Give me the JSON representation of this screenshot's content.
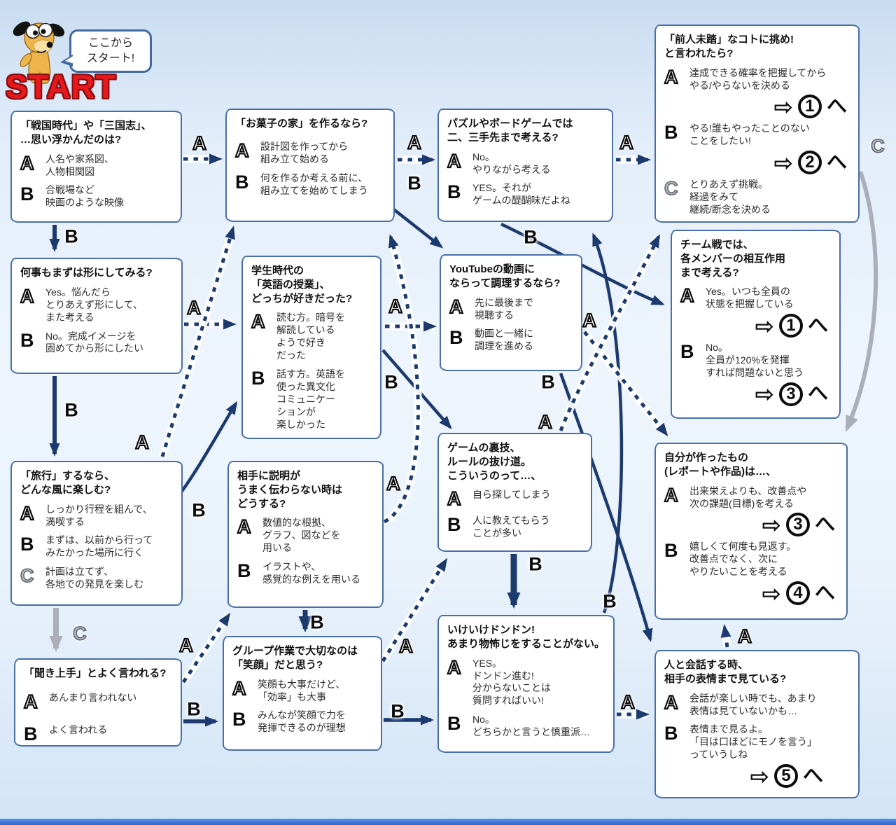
{
  "start": {
    "bubble": "ここから\nスタート!",
    "label": "START"
  },
  "colors": {
    "arrow_navy": "#1d3a6e",
    "arrow_gray": "#a9aeb7",
    "box_border": "#4a6fa8",
    "start_red": "#e8191c",
    "bottom_bar": "#3c79d8",
    "background": "#e3eefa"
  },
  "boxes": {
    "sengoku": {
      "title": "「戦国時代」や「三国志」、\n…思い浮かんだのは?",
      "options": [
        {
          "letter": "A",
          "text": "人名や家系図、\n人物相関図"
        },
        {
          "letter": "B",
          "text": "合戦場など\n映画のような映像"
        }
      ]
    },
    "katachi": {
      "title": "何事もまずは形にしてみる?",
      "options": [
        {
          "letter": "A",
          "text": "Yes。悩んだら\nとりあえず形にして、\nまた考える"
        },
        {
          "letter": "B",
          "text": "No。完成イメージを\n固めてから形にしたい"
        }
      ]
    },
    "ryokou": {
      "title": "「旅行」するなら、\nどんな風に楽しむ?",
      "options": [
        {
          "letter": "A",
          "text": "しっかり行程を組んで、\n満喫する"
        },
        {
          "letter": "B",
          "text": "まずは、以前から行って\nみたかった場所に行く"
        },
        {
          "letter": "C",
          "text": "計画は立てず、\n各地での発見を楽しむ"
        }
      ]
    },
    "kikijouzu": {
      "title": "「聞き上手」とよく言われる?",
      "options": [
        {
          "letter": "A",
          "text": "あんまり言われない"
        },
        {
          "letter": "B",
          "text": "よく言われる"
        }
      ]
    },
    "okashi": {
      "title": "「お菓子の家」を作るなら?",
      "options": [
        {
          "letter": "A",
          "text": "設計図を作ってから\n組み立て始める"
        },
        {
          "letter": "B",
          "text": "何を作るか考える前に、\n組み立てを始めてしまう"
        }
      ]
    },
    "eigo": {
      "title": "学生時代の\n「英語の授業」、\nどっちが好きだった?",
      "options": [
        {
          "letter": "A",
          "text": "読む方。暗号を\n解読している\nようで好き\nだった"
        },
        {
          "letter": "B",
          "text": "話す方。英語を\n使った異文化\nコミュニケー\nションが\n楽しかった"
        }
      ]
    },
    "setsumei": {
      "title": "相手に説明が\nうまく伝わらない時は\nどうする?",
      "options": [
        {
          "letter": "A",
          "text": "数値的な根拠、\nグラフ、図などを\n用いる"
        },
        {
          "letter": "B",
          "text": "イラストや、\n感覚的な例えを用いる"
        }
      ]
    },
    "group": {
      "title": "グループ作業で大切なのは\n「笑顔」だと思う?",
      "options": [
        {
          "letter": "A",
          "text": "笑顔も大事だけど、\n「効率」も大事"
        },
        {
          "letter": "B",
          "text": "みんなが笑顔で力を\n発揮できるのが理想"
        }
      ]
    },
    "puzzle": {
      "title": "パズルやボードゲームでは\n二、三手先まで考える?",
      "options": [
        {
          "letter": "A",
          "text": "No。\nやりながら考える"
        },
        {
          "letter": "B",
          "text": "YES。それが\nゲームの醍醐味だよね"
        }
      ]
    },
    "youtube": {
      "title": "YouTubeの動画に\nならって調理するなら?",
      "options": [
        {
          "letter": "A",
          "text": "先に最後まで\n視聴する"
        },
        {
          "letter": "B",
          "text": "動画と一緒に\n調理を進める"
        }
      ]
    },
    "urawaza": {
      "title": "ゲームの裏技、\nルールの抜け道。\nこういうのって…、",
      "options": [
        {
          "letter": "A",
          "text": "自ら探してしまう"
        },
        {
          "letter": "B",
          "text": "人に教えてもらう\nことが多い"
        }
      ]
    },
    "ikeike": {
      "title": "いけいけドンドン!\nあまり物怖じをすることがない。",
      "options": [
        {
          "letter": "A",
          "text": "YES。\nドンドン進む!\n分からないことは\n質問すればいい!"
        },
        {
          "letter": "B",
          "text": "No。\nどちらかと言うと慎重派…"
        }
      ]
    },
    "zenjin": {
      "title": "「前人未踏」なコトに挑め!\nと言われたら?",
      "options": [
        {
          "letter": "A",
          "text": "達成できる確率を把握してから\nやる/やらないを決める",
          "goto": {
            "arrow": "⇨",
            "num": "1",
            "suffix": "へ"
          }
        },
        {
          "letter": "B",
          "text": "やる!誰もやったことのない\nことをしたい!",
          "goto": {
            "arrow": "⇨",
            "num": "2",
            "suffix": "へ"
          }
        },
        {
          "letter": "C",
          "text": "とりあえず挑戦。\n経過をみて\n継続/断念を決める"
        }
      ]
    },
    "team": {
      "title": "チーム戦では、\n各メンバーの相互作用\nまで考える?",
      "options": [
        {
          "letter": "A",
          "text": "Yes。いつも全員の\n状態を把握している",
          "goto": {
            "arrow": "⇨",
            "num": "1",
            "suffix": "へ"
          }
        },
        {
          "letter": "B",
          "text": "No。\n全員が120%を発揮\nすれば問題ないと思う",
          "goto": {
            "arrow": "⇨",
            "num": "3",
            "suffix": "へ"
          }
        }
      ]
    },
    "sakuhin": {
      "title": "自分が作ったもの\n(レポートや作品)は…、",
      "options": [
        {
          "letter": "A",
          "text": "出来栄えよりも、改善点や\n次の課題(目標)を考える",
          "goto": {
            "arrow": "⇨",
            "num": "3",
            "suffix": "へ"
          }
        },
        {
          "letter": "B",
          "text": "嬉しくて何度も見返す。\n改善点でなく、次に\nやりたいことを考える",
          "goto": {
            "arrow": "⇨",
            "num": "4",
            "suffix": "へ"
          }
        }
      ]
    },
    "kaiwa": {
      "title": "人と会話する時、\n相手の表情まで見ている?",
      "options": [
        {
          "letter": "A",
          "text": "会話が楽しい時でも、あまり\n表情は見ていないかも…"
        },
        {
          "letter": "B",
          "text": "表情まで見るよ。\n「目は口ほどにモノを言う」\nっていうしね",
          "goto": {
            "arrow": "⇨",
            "num": "5",
            "suffix": "へ"
          }
        }
      ]
    }
  },
  "connections": [
    {
      "from": "sengoku",
      "option": "A",
      "to": "okashi",
      "style": "dashed"
    },
    {
      "from": "sengoku",
      "option": "B",
      "to": "katachi",
      "style": "solid"
    },
    {
      "from": "katachi",
      "option": "A",
      "to": "eigo",
      "style": "dashed"
    },
    {
      "from": "katachi",
      "option": "B",
      "to": "ryokou",
      "style": "solid"
    },
    {
      "from": "ryokou",
      "option": "A",
      "to": "okashi",
      "style": "dashed"
    },
    {
      "from": "ryokou",
      "option": "B",
      "to": "eigo",
      "style": "solid"
    },
    {
      "from": "ryokou",
      "option": "C",
      "to": "kikijouzu",
      "style": "gray"
    },
    {
      "from": "kikijouzu",
      "option": "A",
      "to": "setsumei",
      "style": "dashed"
    },
    {
      "from": "kikijouzu",
      "option": "B",
      "to": "group",
      "style": "solid"
    },
    {
      "from": "okashi",
      "option": "A",
      "to": "puzzle",
      "style": "dashed"
    },
    {
      "from": "okashi",
      "option": "B",
      "to": "youtube",
      "style": "solid"
    },
    {
      "from": "eigo",
      "option": "A",
      "to": "youtube",
      "style": "dashed"
    },
    {
      "from": "eigo",
      "option": "B",
      "to": "urawaza",
      "style": "solid"
    },
    {
      "from": "setsumei",
      "option": "A",
      "to": "okashi",
      "style": "dashed"
    },
    {
      "from": "setsumei",
      "option": "B",
      "to": "group",
      "style": "solid"
    },
    {
      "from": "group",
      "option": "A",
      "to": "urawaza",
      "style": "dashed"
    },
    {
      "from": "group",
      "option": "B",
      "to": "ikeike",
      "style": "solid"
    },
    {
      "from": "puzzle",
      "option": "A",
      "to": "zenjin",
      "style": "dashed"
    },
    {
      "from": "puzzle",
      "option": "B",
      "to": "team",
      "style": "solid"
    },
    {
      "from": "youtube",
      "option": "A",
      "to": "sakuhin",
      "style": "dashed"
    },
    {
      "from": "youtube",
      "option": "B",
      "to": "kaiwa",
      "style": "solid"
    },
    {
      "from": "urawaza",
      "option": "A",
      "to": "team",
      "style": "dashed"
    },
    {
      "from": "urawaza",
      "option": "B",
      "to": "ikeike",
      "style": "solid"
    },
    {
      "from": "ikeike",
      "option": "A",
      "to": "kaiwa",
      "style": "dashed"
    },
    {
      "from": "ikeike",
      "option": "B",
      "to": "puzzle",
      "style": "solid"
    },
    {
      "from": "zenjin",
      "option": "C",
      "to": "sakuhin",
      "style": "gray"
    },
    {
      "from": "kaiwa",
      "option": "A",
      "to": "sakuhin",
      "style": "dashed"
    }
  ]
}
